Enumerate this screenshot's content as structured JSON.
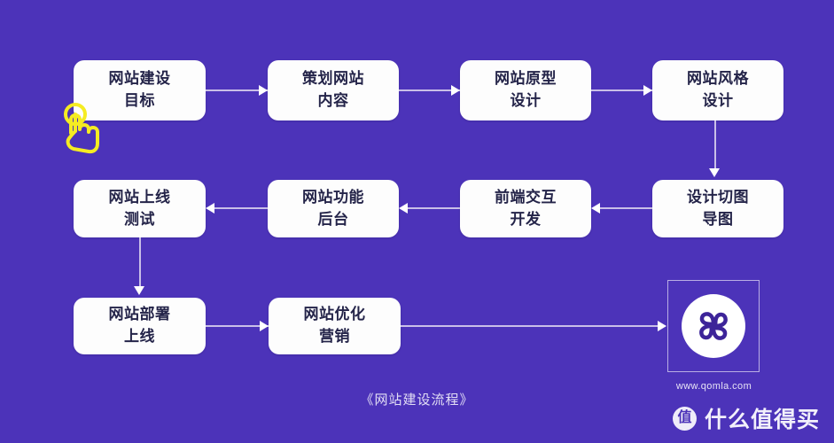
{
  "background_color": "#4c33b9",
  "node_fill": "#fdfdfd",
  "node_text_color": "#242449",
  "connector_color": "#c9bfe8",
  "cursor_color": "#f5ec22",
  "diagram": {
    "caption": "《网站建设流程》",
    "rows": [
      {
        "nodes": [
          {
            "line1": "网站建设",
            "line2": "目标"
          },
          {
            "line1": "策划网站",
            "line2": "内容"
          },
          {
            "line1": "网站原型",
            "line2": "设计"
          },
          {
            "line1": "网站风格",
            "line2": "设计"
          }
        ]
      },
      {
        "nodes": [
          {
            "line1": "网站上线",
            "line2": "测试"
          },
          {
            "line1": "网站功能",
            "line2": "后台"
          },
          {
            "line1": "前端交互",
            "line2": "开发"
          },
          {
            "line1": "设计切图",
            "line2": "导图"
          }
        ]
      },
      {
        "nodes": [
          {
            "line1": "网站部署",
            "line2": "上线"
          },
          {
            "line1": "网站优化",
            "line2": "营销"
          }
        ]
      }
    ]
  },
  "logo": {
    "url_text": "www.qomla.com",
    "mark_name": "qomla-pinwheel-logo"
  },
  "watermark": {
    "badge_char": "值",
    "text": "什么值得买"
  },
  "cursor": {
    "name": "tap-hand-cursor"
  }
}
